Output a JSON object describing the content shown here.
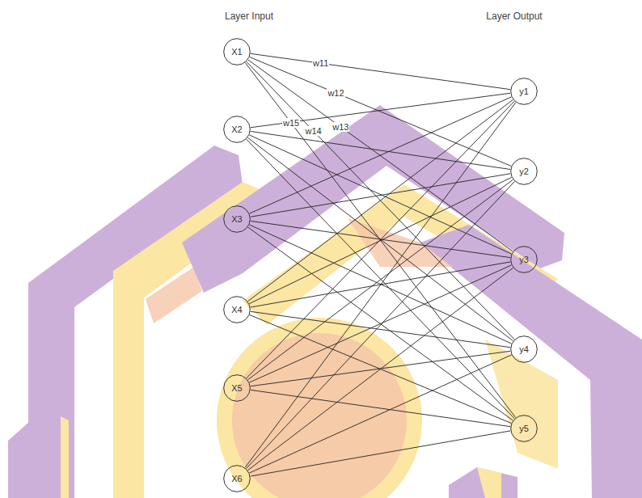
{
  "diagram": {
    "nodes": [
      {
        "text": [
          "X1"
        ]
      },
      {
        "text": [
          "X2"
        ]
      },
      {
        "text": [
          "X3"
        ]
      },
      {
        "text": [
          "X4"
        ]
      },
      {
        "text": [
          "X5"
        ]
      },
      {
        "text": [
          "X6"
        ]
      },
      {
        "text": [
          "y1"
        ]
      },
      {
        "text": [
          "y2"
        ]
      },
      {
        "text": [
          "y3"
        ]
      },
      {
        "text": [
          "y4"
        ]
      },
      {
        "text": [
          "y5"
        ]
      }
    ],
    "edges": [
      {
        "from": 0,
        "to": 6,
        "arrow": "none",
        "label": "w11"
      },
      {
        "from": 0,
        "to": 7,
        "arrow": "none",
        "label": "w12"
      },
      {
        "from": 0,
        "to": 8,
        "arrow": "none",
        "label": "w13"
      },
      {
        "from": 0,
        "to": 9,
        "arrow": "none",
        "label": "w14"
      },
      {
        "from": 0,
        "to": 10,
        "arrow": "none",
        "label": "w15"
      },
      {
        "from": 1,
        "to": 6,
        "arrow": "none"
      },
      {
        "from": 1,
        "to": 7,
        "arrow": "none"
      },
      {
        "from": 1,
        "to": 8,
        "arrow": "none"
      },
      {
        "from": 1,
        "to": 9,
        "arrow": "none"
      },
      {
        "from": 1,
        "to": 10,
        "arrow": "none"
      },
      {
        "from": 2,
        "to": 6,
        "arrow": "none"
      },
      {
        "from": 2,
        "to": 7,
        "arrow": "none"
      },
      {
        "from": 2,
        "to": 8,
        "arrow": "none"
      },
      {
        "from": 2,
        "to": 9,
        "arrow": "none"
      },
      {
        "from": 2,
        "to": 10,
        "arrow": "none"
      },
      {
        "from": 3,
        "to": 6,
        "arrow": "none"
      },
      {
        "from": 3,
        "to": 7,
        "arrow": "none"
      },
      {
        "from": 3,
        "to": 8,
        "arrow": "none"
      },
      {
        "from": 3,
        "to": 9,
        "arrow": "none"
      },
      {
        "from": 3,
        "to": 10,
        "arrow": "none"
      },
      {
        "from": 4,
        "to": 6,
        "arrow": "none"
      },
      {
        "from": 4,
        "to": 7,
        "arrow": "none"
      },
      {
        "from": 4,
        "to": 8,
        "arrow": "none"
      },
      {
        "from": 4,
        "to": 9,
        "arrow": "none"
      },
      {
        "from": 4,
        "to": 10,
        "arrow": "none"
      },
      {
        "from": 5,
        "to": 6,
        "arrow": "none"
      },
      {
        "from": 5,
        "to": 7,
        "arrow": "none"
      },
      {
        "from": 5,
        "to": 8,
        "arrow": "none"
      },
      {
        "from": 5,
        "to": 9,
        "arrow": "none"
      },
      {
        "from": 5,
        "to": 10,
        "arrow": "none"
      }
    ],
    "labels": [
      "Layer Input",
      "Layer Output"
    ]
  }
}
